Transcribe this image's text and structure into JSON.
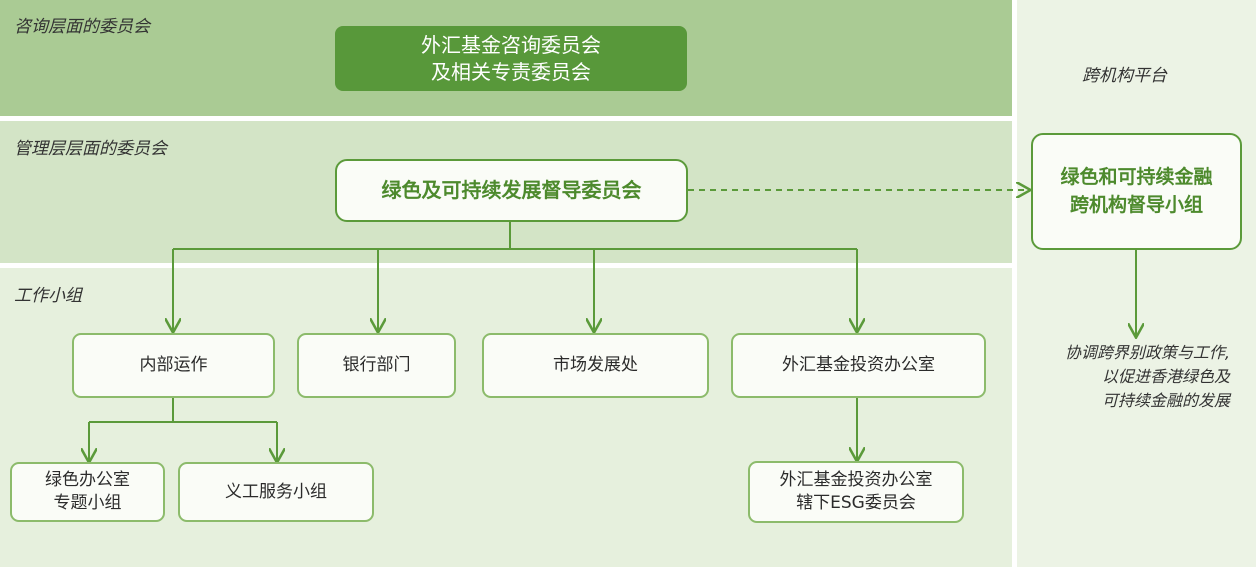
{
  "sections": {
    "advisory": "咨询层面的委员会",
    "management": "管理层层面的委员会",
    "working_groups": "工作小组",
    "cross_agency": "跨机构平台"
  },
  "boxes": {
    "advisory_committee": "外汇基金咨询委员会\n及相关专责委员会",
    "steering_committee": "绿色及可持续发展督导委员会",
    "cross_agency_group": "绿色和可持续金融\n跨机构督导小组",
    "internal_operations": "内部运作",
    "banking_dept": "银行部门",
    "market_dev": "市场发展处",
    "exchange_fund_office": "外汇基金投资办公室",
    "green_office_group": "绿色办公室\n专题小组",
    "volunteer_group": "义工服务小组",
    "esg_committee": "外汇基金投资办公室\n辖下ESG委员会"
  },
  "cross_agency_note": "协调跨界别政策与工作,\n以促进香港绿色及\n可持续金融的发展",
  "colors": {
    "advisory_band": "#aacb94",
    "management_band": "#d3e4c6",
    "working_band": "#e6f0dd",
    "platform_band": "#ecf3e5",
    "accent_green": "#58983a",
    "connector": "#5b9a3a"
  }
}
